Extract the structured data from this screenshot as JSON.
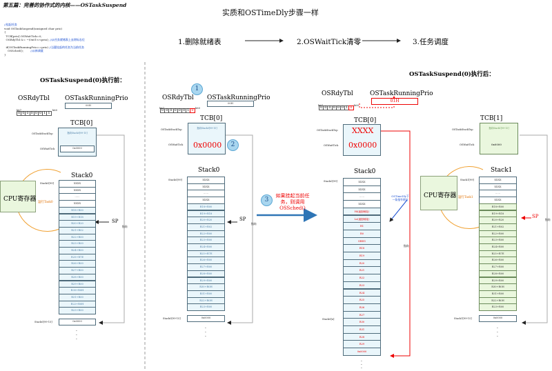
{
  "title": "第五篇：完善的协作式的内核——OSTaskSuspend",
  "header": "实质和OSTimeDly步骤一样",
  "steps": [
    "1.删除就绪表",
    "2.OSWaitTick清零",
    "3.任务调度"
  ],
  "code": {
    "l1": "//挂起任务",
    "l2": "void OSTaskSuspend(unsigned char prio)",
    "l3": "{",
    "l4": "  TCB[prio].OSWaitTick=0;",
    "l5": "  OSRdyTbl &= ~(0x01<<prio); ",
    "l5c": "//从任务就绪表上去除标志位",
    "l6": "  if(OSTaskRunningPrio==prio) ",
    "l6c": "//当要挂起的任务为当前任务",
    "l7": "    OSSched();",
    "l7c": "        //从新调度",
    "l8": "}"
  },
  "left": {
    "heading": "OSTaskSuspend(0)执行前：",
    "rdy_label": "OSRdyTbl",
    "bits": [
      "0",
      "0",
      "0",
      "0",
      "0",
      "0",
      "1",
      "1"
    ],
    "bit7": "bit7",
    "bit0": "bit0",
    "running_label": "OSTaskRunningPrio",
    "running_val": "00H",
    "tcb": "TCB[0]",
    "stacktop": "OSTaskStackTop",
    "stacktop_val": "指向Stack0[99-15]",
    "waittick": "OSWaitTick",
    "waittick_val": "0x0000",
    "stack": "Stack0",
    "stack99": "Stack0[99]",
    "stack99_15": "Stack0[99-15]",
    "cpu": "CPU寄存器",
    "run": "运行Task0",
    "sp": "SP",
    "pointer": "指向"
  },
  "mid": {
    "tcb": "TCB[0]",
    "rdy_label": "OSRdyTbl",
    "bits": [
      "0",
      "0",
      "0",
      "0",
      "0",
      "0",
      "1",
      "0"
    ],
    "running_label": "OSTaskRunningPrio",
    "running_val": "00H",
    "stacktop": "OSTaskStackTop",
    "stacktop_val": "指向Stack0[99-15]",
    "waittick": "OSWaitTick",
    "waittick_val": "0x0000",
    "stack": "Stack0",
    "stack99": "Stack0[99]",
    "stack99_15": "Stack0[99-15]",
    "sp": "SP",
    "pointer": "指向",
    "num1": "1",
    "num2": "2",
    "num3": "3",
    "note": "如果挂起当前任务，则调用OSSched()"
  },
  "right": {
    "heading": "OSTaskSuspend(0)执行后：",
    "rdy_label": "OSRdyTbl",
    "bits": [
      "0",
      "0",
      "0",
      "0",
      "0",
      "0",
      "1",
      "0"
    ],
    "running_label": "OSTaskRunningPrio",
    "running_val": "01H",
    "tcb": "TCB[0]",
    "stacktop": "OSTaskStackTop",
    "stacktop_val": "XXXX",
    "waittick": "OSWaitTick",
    "waittick_val": "0x0000",
    "stack": "Stack0",
    "stack99": "Stack0[99]",
    "stackx": "Stack0[x]",
    "anno": "OSTimeDly下一条指令地址",
    "pointer": "指向",
    "tcb1": "TCB[1]",
    "stacktop1": "OSTaskStackTop",
    "stacktop1_val": "指向Stack1[99-15]",
    "waittick1": "OSWaitTick",
    "waittick1_val": "0x0000",
    "stack1": "Stack1",
    "stack1_99": "Stack1[99]",
    "stack1_99_15": "Stack1[99-15]",
    "cpu": "CPU寄存器",
    "run": "运行Task1",
    "sp": "SP"
  },
  "stack_left": [
    "XXXX",
    "XXXX",
    "……",
    "XXXX",
    "R18+R00",
    "R19+R18",
    "R20+R20",
    "R21+R02",
    "R22+R00",
    "R23+R00",
    "R24+R00",
    "R25+R7E",
    "R26+R00",
    "R27+R00",
    "R28+R00",
    "R29+R00",
    "R30+R0H",
    "R31+R00",
    "R22+R0H",
    "R23+R00"
  ],
  "stack_mid": [
    "XXXX",
    "XXXX",
    "……",
    "XXXX",
    "R18+R00",
    "R19+R18",
    "R20+R20",
    "R21+R02",
    "R22+R00",
    "R23+R00",
    "R24+R00",
    "R25+R7E",
    "R26+R00",
    "R27+R00",
    "R28+R00",
    "R29+R00",
    "R30+R0H",
    "R31+R00",
    "R22+R0H",
    "R23+R00"
  ],
  "stack_right": [
    "XXXX",
    "XXXX",
    "……",
    "XXXX",
    "Hi(返回地址)",
    "Lo(返回地址)",
    "R1",
    "R0",
    "SREG",
    "R18",
    "R19",
    "R20",
    "R21",
    "R22",
    "R23",
    "R24",
    "R25",
    "R26",
    "R27",
    "R30",
    "R31",
    "R28",
    "R29",
    "0x0000"
  ],
  "stack_far": [
    "XXXX",
    "XXXX",
    "……",
    "XXXX",
    "R18+R00",
    "R19+R18",
    "R20+R20",
    "R21+R02",
    "R22+R00",
    "R23+R00",
    "R24+R00",
    "R25+R7E",
    "R26+R00",
    "R27+R00",
    "R28+R00",
    "R29+R00",
    "R30+R0H",
    "R31+R00",
    "R22+R0H",
    "R23+R00"
  ],
  "bottom_val": "0x0000",
  "dots": "·\n·\n·",
  "colors": {
    "red": "#e00000",
    "blue": "#1a4fd1",
    "arrow": "#2e75b6"
  }
}
